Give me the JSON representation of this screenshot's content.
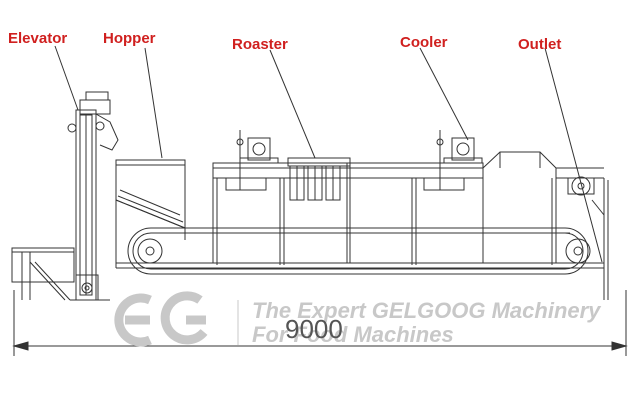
{
  "labels": {
    "elevator": "Elevator",
    "hopper": "Hopper",
    "roaster": "Roaster",
    "cooler": "Cooler",
    "outlet": "Outlet"
  },
  "dimension": {
    "length": "9000"
  },
  "watermark": {
    "line1": "The Expert GELGOOG Machinery",
    "line2": "For Food Machines"
  },
  "colors": {
    "label": "#d0201f",
    "line": "#333333",
    "watermark": "#c8c8c8"
  }
}
